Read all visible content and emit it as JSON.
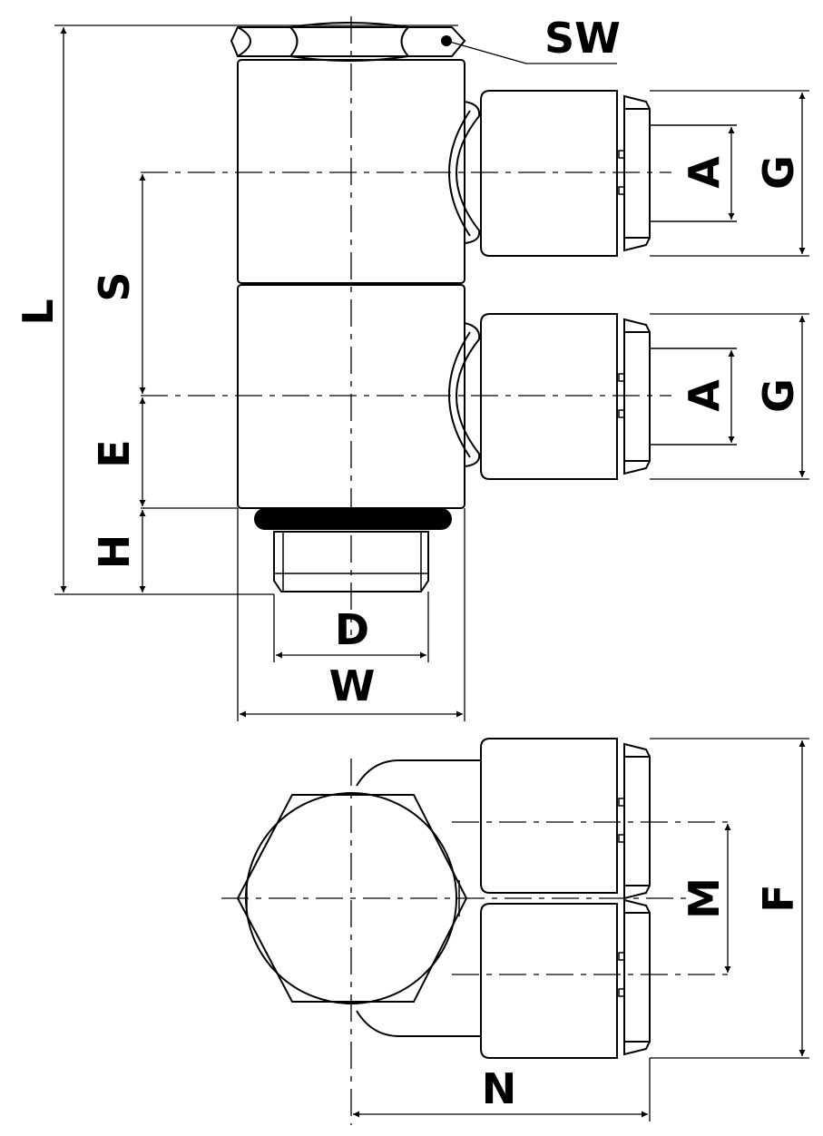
{
  "labels": {
    "sw": "SW",
    "l": "L",
    "s": "S",
    "e": "E",
    "h": "H",
    "d": "D",
    "w": "W",
    "a1": "A",
    "g1": "G",
    "a2": "A",
    "g2": "G",
    "m": "M",
    "f": "F",
    "n": "N"
  },
  "colors": {
    "line": "#000000",
    "background": "#ffffff"
  }
}
